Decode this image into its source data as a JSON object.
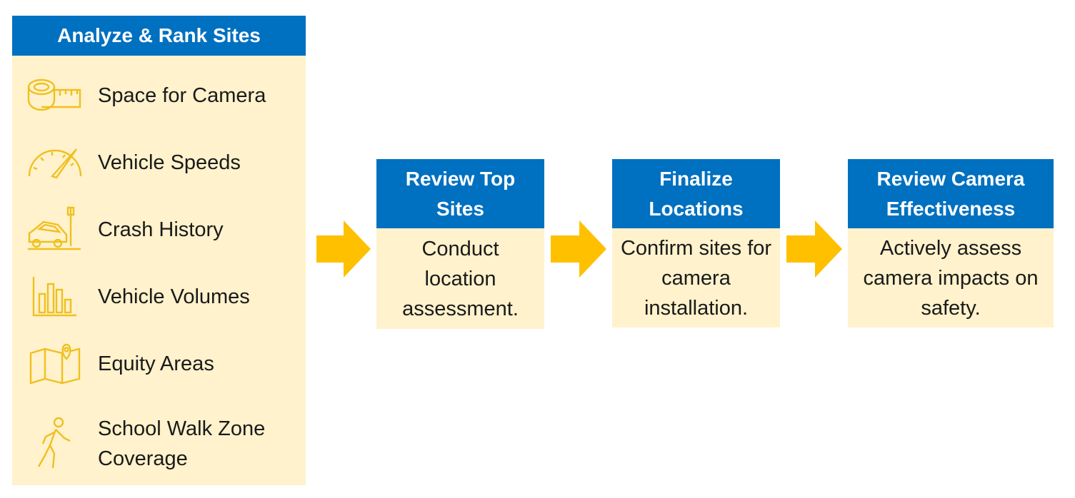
{
  "panel": {
    "title": "Analyze & Rank Sites",
    "criteria": [
      {
        "label": "Space for Camera",
        "icon": "measuring-tape-icon"
      },
      {
        "label": "Vehicle Speeds",
        "icon": "speedometer-icon"
      },
      {
        "label": "Crash History",
        "icon": "car-crash-icon"
      },
      {
        "label": "Vehicle Volumes",
        "icon": "bar-chart-icon"
      },
      {
        "label": "Equity Areas",
        "icon": "map-pin-icon"
      },
      {
        "label": "School Walk Zone Coverage",
        "icon": "pedestrian-icon"
      }
    ]
  },
  "steps": [
    {
      "title": "Review Top Sites",
      "body": "Conduct location assessment."
    },
    {
      "title": "Finalize Locations",
      "body": "Confirm sites for camera installation."
    },
    {
      "title": "Review Camera Effectiveness",
      "body": "Actively assess camera impacts on safety."
    }
  ],
  "colors": {
    "header_blue": "#0070c0",
    "box_fill": "#fff2cc",
    "arrow_gold": "#ffc000",
    "icon_gold": "#f0c020"
  }
}
